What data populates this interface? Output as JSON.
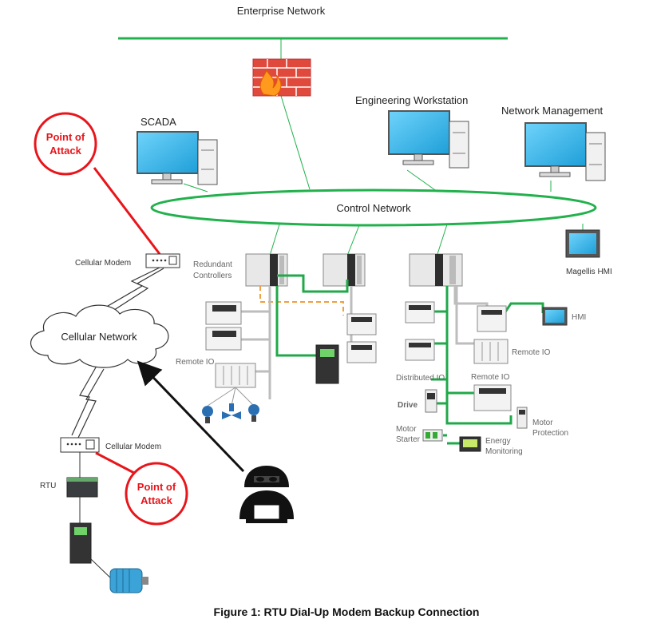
{
  "labels": {
    "enterprise_network": "Enterprise Network",
    "scada": "SCADA",
    "engineering_workstation": "Engineering Workstation",
    "network_management": "Network Management",
    "control_network": "Control Network",
    "magellis_hmi": "Magellis HMI",
    "cellular_modem_top": "Cellular Modem",
    "redundant_controllers_1": "Redundant",
    "redundant_controllers_2": "Controllers",
    "cellular_network": "Cellular Network",
    "remote_io_left": "Remote IO",
    "remote_io_right1": "Remote IO",
    "remote_io_right2": "Remote IO",
    "distributed_io": "Distributed IO",
    "drive": "Drive",
    "motor_starter_1": "Motor",
    "motor_starter_2": "Starter",
    "energy_monitoring_1": "Energy",
    "energy_monitoring_2": "Monitoring",
    "motor_protection_1": "Motor",
    "motor_protection_2": "Protection",
    "hmi": "HMI",
    "cellular_modem_bottom": "Cellular Modem",
    "rtu": "RTU"
  },
  "attack_points": [
    {
      "line1": "Point of",
      "line2": "Attack"
    },
    {
      "line1": "Point of",
      "line2": "Attack"
    }
  ],
  "caption": "Figure 1: RTU Dial-Up Modem Backup Connection",
  "colors": {
    "network_green": "#22b14c",
    "attack_red": "#e8151b",
    "bus_green": "#21a84a",
    "screen_blue": "#4fc3f7"
  }
}
